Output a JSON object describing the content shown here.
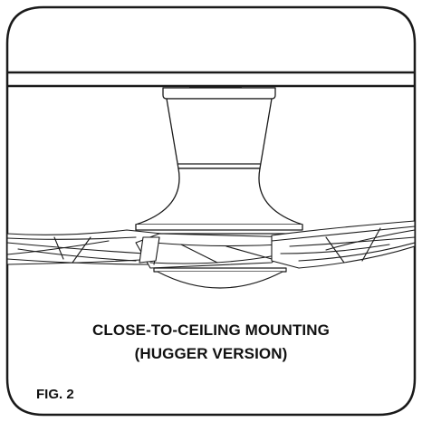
{
  "figure": {
    "caption_line1": "CLOSE-TO-CEILING MOUNTING",
    "caption_line2": "(HUGGER VERSION)",
    "figure_label": "FIG. 2"
  },
  "colors": {
    "line": "#1a1a1a",
    "background": "#ffffff"
  }
}
